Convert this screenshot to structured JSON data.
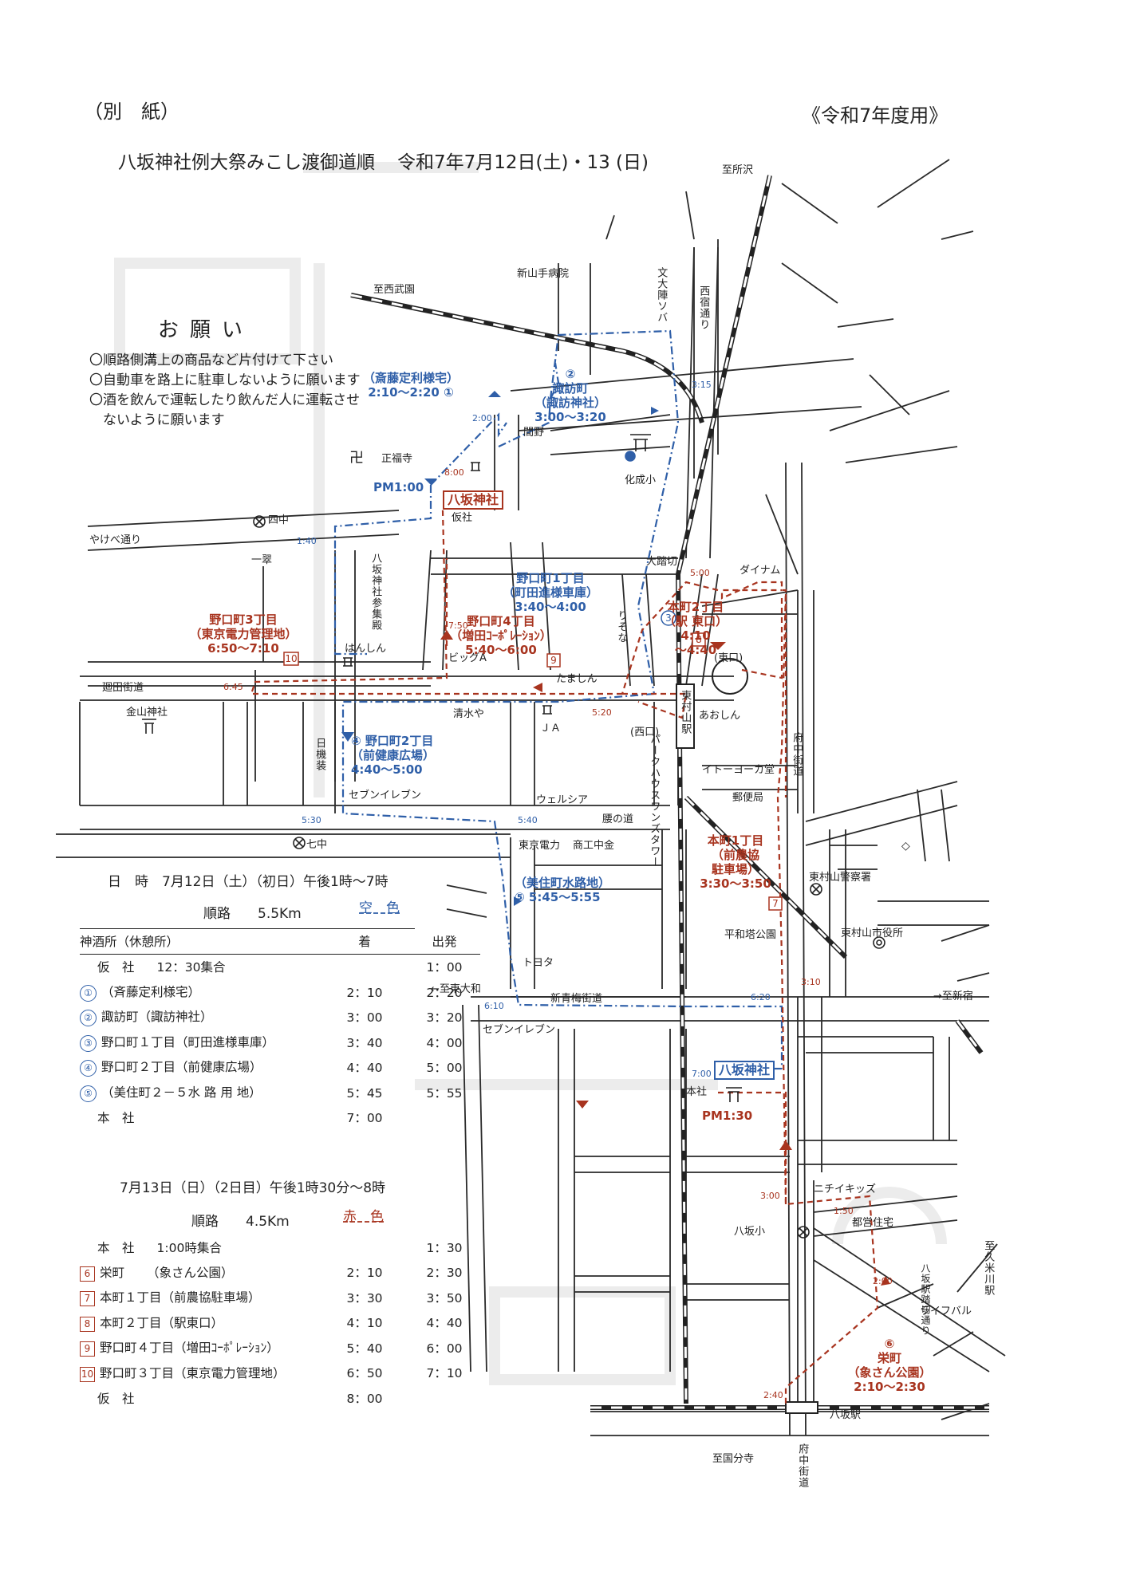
{
  "header": {
    "attachment": "（別　紙）",
    "fiscal_year": "《令和7年度用》",
    "title": "八坂神社例大祭みこし渡御道順",
    "dates": "令和7年7月12日(土)・13 (日)"
  },
  "notice": {
    "title": "お願い",
    "items": [
      "〇順路側溝上の商品など片付けて下さい",
      "〇自動車を路上に駐車しないように願います",
      "〇酒を飲んで運転したり飲んだ人に運転させ",
      "　ないように願います"
    ]
  },
  "colors": {
    "day1_route": "#2f5fa8",
    "day2_route": "#a8341f",
    "road": "#222222"
  },
  "map": {
    "places": [
      {
        "id": "p1",
        "text": "至所沢"
      },
      {
        "id": "p2",
        "text": "至西武園"
      },
      {
        "id": "p3",
        "text": "新山手病院"
      },
      {
        "id": "p4",
        "text": "文大陣ソバ"
      },
      {
        "id": "p5",
        "text": "西宿通り"
      },
      {
        "id": "p6",
        "text": "間野"
      },
      {
        "id": "p7",
        "text": "正福寺"
      },
      {
        "id": "p8",
        "text": "化成小"
      },
      {
        "id": "p9",
        "text": "四中"
      },
      {
        "id": "p10",
        "text": "仮社"
      },
      {
        "id": "p11",
        "text": "やけべ通り"
      },
      {
        "id": "p12",
        "text": "一翠"
      },
      {
        "id": "p13",
        "text": "八坂神社参集殿"
      },
      {
        "id": "p14",
        "text": "大踏切"
      },
      {
        "id": "p15",
        "text": "ダイナム"
      },
      {
        "id": "p16",
        "text": "りそな"
      },
      {
        "id": "p17",
        "text": "ビッグA"
      },
      {
        "id": "p18",
        "text": "はんしん"
      },
      {
        "id": "p19",
        "text": "たましん"
      },
      {
        "id": "p20",
        "text": "(東口)"
      },
      {
        "id": "p21",
        "text": "廻田街道"
      },
      {
        "id": "p22",
        "text": "金山神社"
      },
      {
        "id": "p23",
        "text": "清水や"
      },
      {
        "id": "p24",
        "text": "ＪＡ"
      },
      {
        "id": "p25",
        "text": "(西口)"
      },
      {
        "id": "p26",
        "text": "東村山駅"
      },
      {
        "id": "p27",
        "text": "あおしん"
      },
      {
        "id": "p28",
        "text": "パークハウスワンズタワー"
      },
      {
        "id": "p29",
        "text": "府中街道"
      },
      {
        "id": "p30",
        "text": "イトーヨーカ堂"
      },
      {
        "id": "p31",
        "text": "日機装"
      },
      {
        "id": "p32",
        "text": "セブンイレブン"
      },
      {
        "id": "p33",
        "text": "ウェルシア"
      },
      {
        "id": "p34",
        "text": "郵便局"
      },
      {
        "id": "p35",
        "text": "腰の道"
      },
      {
        "id": "p36",
        "text": "七中"
      },
      {
        "id": "p37",
        "text": "東京電力"
      },
      {
        "id": "p38",
        "text": "商工中金"
      },
      {
        "id": "p39",
        "text": "東村山警察署"
      },
      {
        "id": "p40",
        "text": "平和塔公園"
      },
      {
        "id": "p41",
        "text": "東村山市役所"
      },
      {
        "id": "p42",
        "text": "トヨタ"
      },
      {
        "id": "p43",
        "text": "←至東大和"
      },
      {
        "id": "p44",
        "text": "新青梅街道"
      },
      {
        "id": "p45",
        "text": "→至新宿"
      },
      {
        "id": "p46",
        "text": "セブンイレブン"
      },
      {
        "id": "p47",
        "text": "本社"
      },
      {
        "id": "p48",
        "text": "ニチイキッズ"
      },
      {
        "id": "p49",
        "text": "都営住宅"
      },
      {
        "id": "p50",
        "text": "八坂小"
      },
      {
        "id": "p51",
        "text": "至久米川駅"
      },
      {
        "id": "p52",
        "text": "八坂駅踏切通り"
      },
      {
        "id": "p53",
        "text": "ライフバル"
      },
      {
        "id": "p54",
        "text": "八坂駅"
      },
      {
        "id": "p55",
        "text": "至国分寺"
      },
      {
        "id": "p56",
        "text": "府中街道"
      }
    ],
    "stops_day1": [
      {
        "id": "s1",
        "text": "（斎藤定利様宅）\n2:10～2:20 ①"
      },
      {
        "id": "s2",
        "text": "②\n諏訪町\n（諏訪神社）\n3:00～3:20"
      },
      {
        "id": "s3",
        "text": "野口町1丁目\n（町田進様車庫）\n3:40～4:00"
      },
      {
        "id": "s4",
        "text": "④ 野口町2丁目\n（前健康広場）\n4:40～5:00"
      },
      {
        "id": "s5",
        "text": "（美住町水路地）\n⑤ 5:45～5:55"
      },
      {
        "id": "s6",
        "text": "PM1:00"
      }
    ],
    "stops_day2": [
      {
        "id": "r6",
        "text": "⑥\n栄町\n（象さん公園）\n2:10～2:30"
      },
      {
        "id": "r7",
        "text": "本町1丁目\n（前農協\n駐車場）\n3:30～3:50"
      },
      {
        "id": "r8",
        "text": "本町2丁目\n（駅 東口）\n4:10\n～4:40"
      },
      {
        "id": "r9",
        "text": "野口町4丁目\n（増田ｺｰﾎﾟﾚｰｼｮﾝ）\n5:40～6:00"
      },
      {
        "id": "r10",
        "text": "野口町3丁目\n（東京電力管理地）\n6:50～7:10"
      },
      {
        "id": "r11",
        "text": "PM1:30"
      }
    ],
    "shrines": [
      {
        "id": "h1",
        "text": "八坂神社"
      },
      {
        "id": "h2",
        "text": "八坂神社"
      }
    ],
    "times": [
      {
        "id": "t1",
        "text": "2:00",
        "color": "blue"
      },
      {
        "id": "t2",
        "text": "3:15",
        "color": "blue"
      },
      {
        "id": "t3",
        "text": "8:00",
        "color": "red"
      },
      {
        "id": "t4",
        "text": "1:40",
        "color": "blue"
      },
      {
        "id": "t5",
        "text": "5:00",
        "color": "red"
      },
      {
        "id": "t6",
        "text": "7:50",
        "color": "red"
      },
      {
        "id": "t7",
        "text": "6:45",
        "color": "red"
      },
      {
        "id": "t8",
        "text": "5:20",
        "color": "red"
      },
      {
        "id": "t9",
        "text": "5:30",
        "color": "blue"
      },
      {
        "id": "t10",
        "text": "5:40",
        "color": "blue"
      },
      {
        "id": "t11",
        "text": "3:10",
        "color": "red"
      },
      {
        "id": "t12",
        "text": "6:10",
        "color": "blue"
      },
      {
        "id": "t13",
        "text": "6:20",
        "color": "blue"
      },
      {
        "id": "t14",
        "text": "7:00",
        "color": "blue"
      },
      {
        "id": "t15",
        "text": "3:00",
        "color": "red"
      },
      {
        "id": "t16",
        "text": "1:50",
        "color": "red"
      },
      {
        "id": "t17",
        "text": "2:00",
        "color": "red"
      },
      {
        "id": "t18",
        "text": "2:40",
        "color": "red"
      }
    ]
  },
  "day1": {
    "datetime": "日　時　7月12日（土）（初日）午後1時～7時",
    "route_label": "順路　　5.5Km",
    "route_color_name": "空　色",
    "col_place": "神酒所（休憩所）",
    "col_arrive": "着",
    "col_depart": "出発",
    "rows": [
      {
        "mark": "",
        "place": "仮　社",
        "note": "12：30集合",
        "arrive": "",
        "depart": "1：00"
      },
      {
        "mark": "①",
        "place": "（斉藤定利様宅）",
        "note": "",
        "arrive": "2：10",
        "depart": "2：20"
      },
      {
        "mark": "②",
        "place": "諏訪町（諏訪神社）",
        "note": "",
        "arrive": "3：00",
        "depart": "3：20"
      },
      {
        "mark": "③",
        "place": "野口町１丁目（町田進様車庫）",
        "note": "",
        "arrive": "3：40",
        "depart": "4：00"
      },
      {
        "mark": "④",
        "place": "野口町２丁目（前健康広場）",
        "note": "",
        "arrive": "4：40",
        "depart": "5：00"
      },
      {
        "mark": "⑤",
        "place": "（美住町２－５水 路 用 地）",
        "note": "",
        "arrive": "5：45",
        "depart": "5：55"
      },
      {
        "mark": "",
        "place": "本　社",
        "note": "",
        "arrive": "7：00",
        "depart": ""
      }
    ]
  },
  "day2": {
    "datetime": "7月13日（日）（2日目）午後1時30分～8時",
    "route_label": "順路　　4.5Km",
    "route_color_name": "赤　色",
    "rows": [
      {
        "mark": "",
        "place": "本　社",
        "note": "1:00時集合",
        "arrive": "",
        "depart": "1：30"
      },
      {
        "mark": "6",
        "place": "栄町",
        "note": "（象さん公園）",
        "arrive": "2：10",
        "depart": "2：30"
      },
      {
        "mark": "7",
        "place": "本町１丁目（前農協駐車場）",
        "note": "",
        "arrive": "3：30",
        "depart": "3：50"
      },
      {
        "mark": "8",
        "place": "本町２丁目（駅東口）",
        "note": "",
        "arrive": "4：10",
        "depart": "4：40"
      },
      {
        "mark": "9",
        "place": "野口町４丁目（増田ｺｰﾎﾟﾚｰｼｮﾝ）",
        "note": "",
        "arrive": "5：40",
        "depart": "6：00"
      },
      {
        "mark": "10",
        "place": "野口町３丁目（東京電力管理地）",
        "note": "",
        "arrive": "6：50",
        "depart": "7：10"
      },
      {
        "mark": "",
        "place": "仮　社",
        "note": "",
        "arrive": "8：00",
        "depart": ""
      }
    ]
  }
}
